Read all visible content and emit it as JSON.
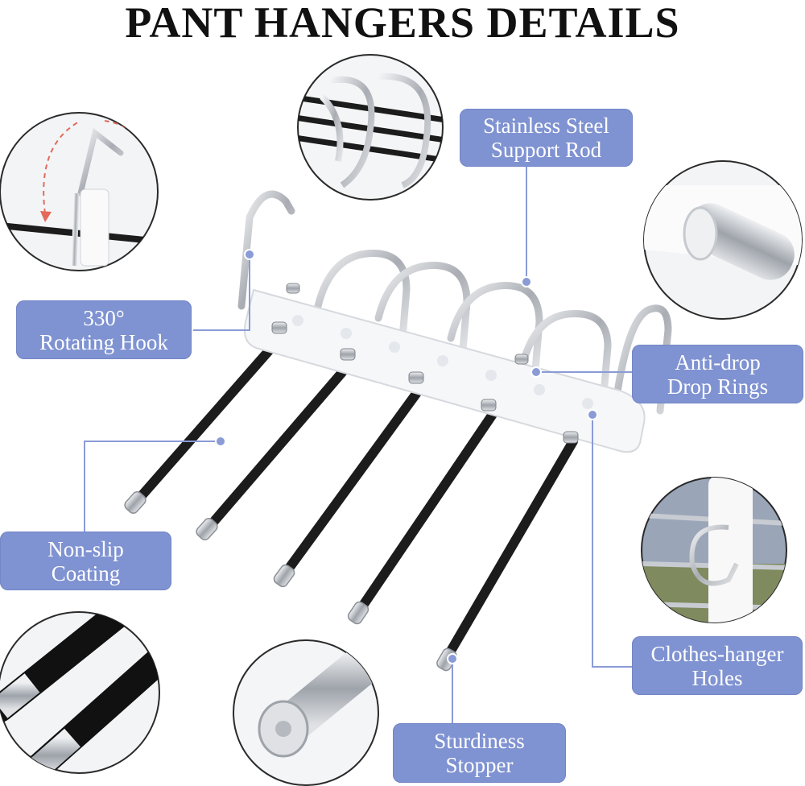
{
  "title": "PANT HANGERS DETAILS",
  "labels": {
    "stainless": {
      "line1": "Stainless Steel",
      "line2": "Support Rod"
    },
    "rotating": {
      "line1": "330°",
      "line2": "Rotating Hook"
    },
    "antidrop": {
      "line1": "Anti-drop",
      "line2": "Drop Rings"
    },
    "nonslip": {
      "line1": "Non-slip",
      "line2": "Coating"
    },
    "clothes": {
      "line1": "Clothes-hanger",
      "line2": "Holes"
    },
    "sturdiness": {
      "line1": "Sturdiness",
      "line2": "Stopper"
    }
  },
  "colors": {
    "label_bg": "#7f92d1",
    "leader_line": "#8a9bd6",
    "arrow_dashed": "#e36a5a",
    "rod_black": "#1c1c1c",
    "steel": "#c9ccd1"
  },
  "icons": [
    "rotating-hook-detail",
    "support-rod-detail",
    "drop-ring-detail",
    "hanger-hole-detail",
    "coating-detail",
    "stopper-detail"
  ]
}
